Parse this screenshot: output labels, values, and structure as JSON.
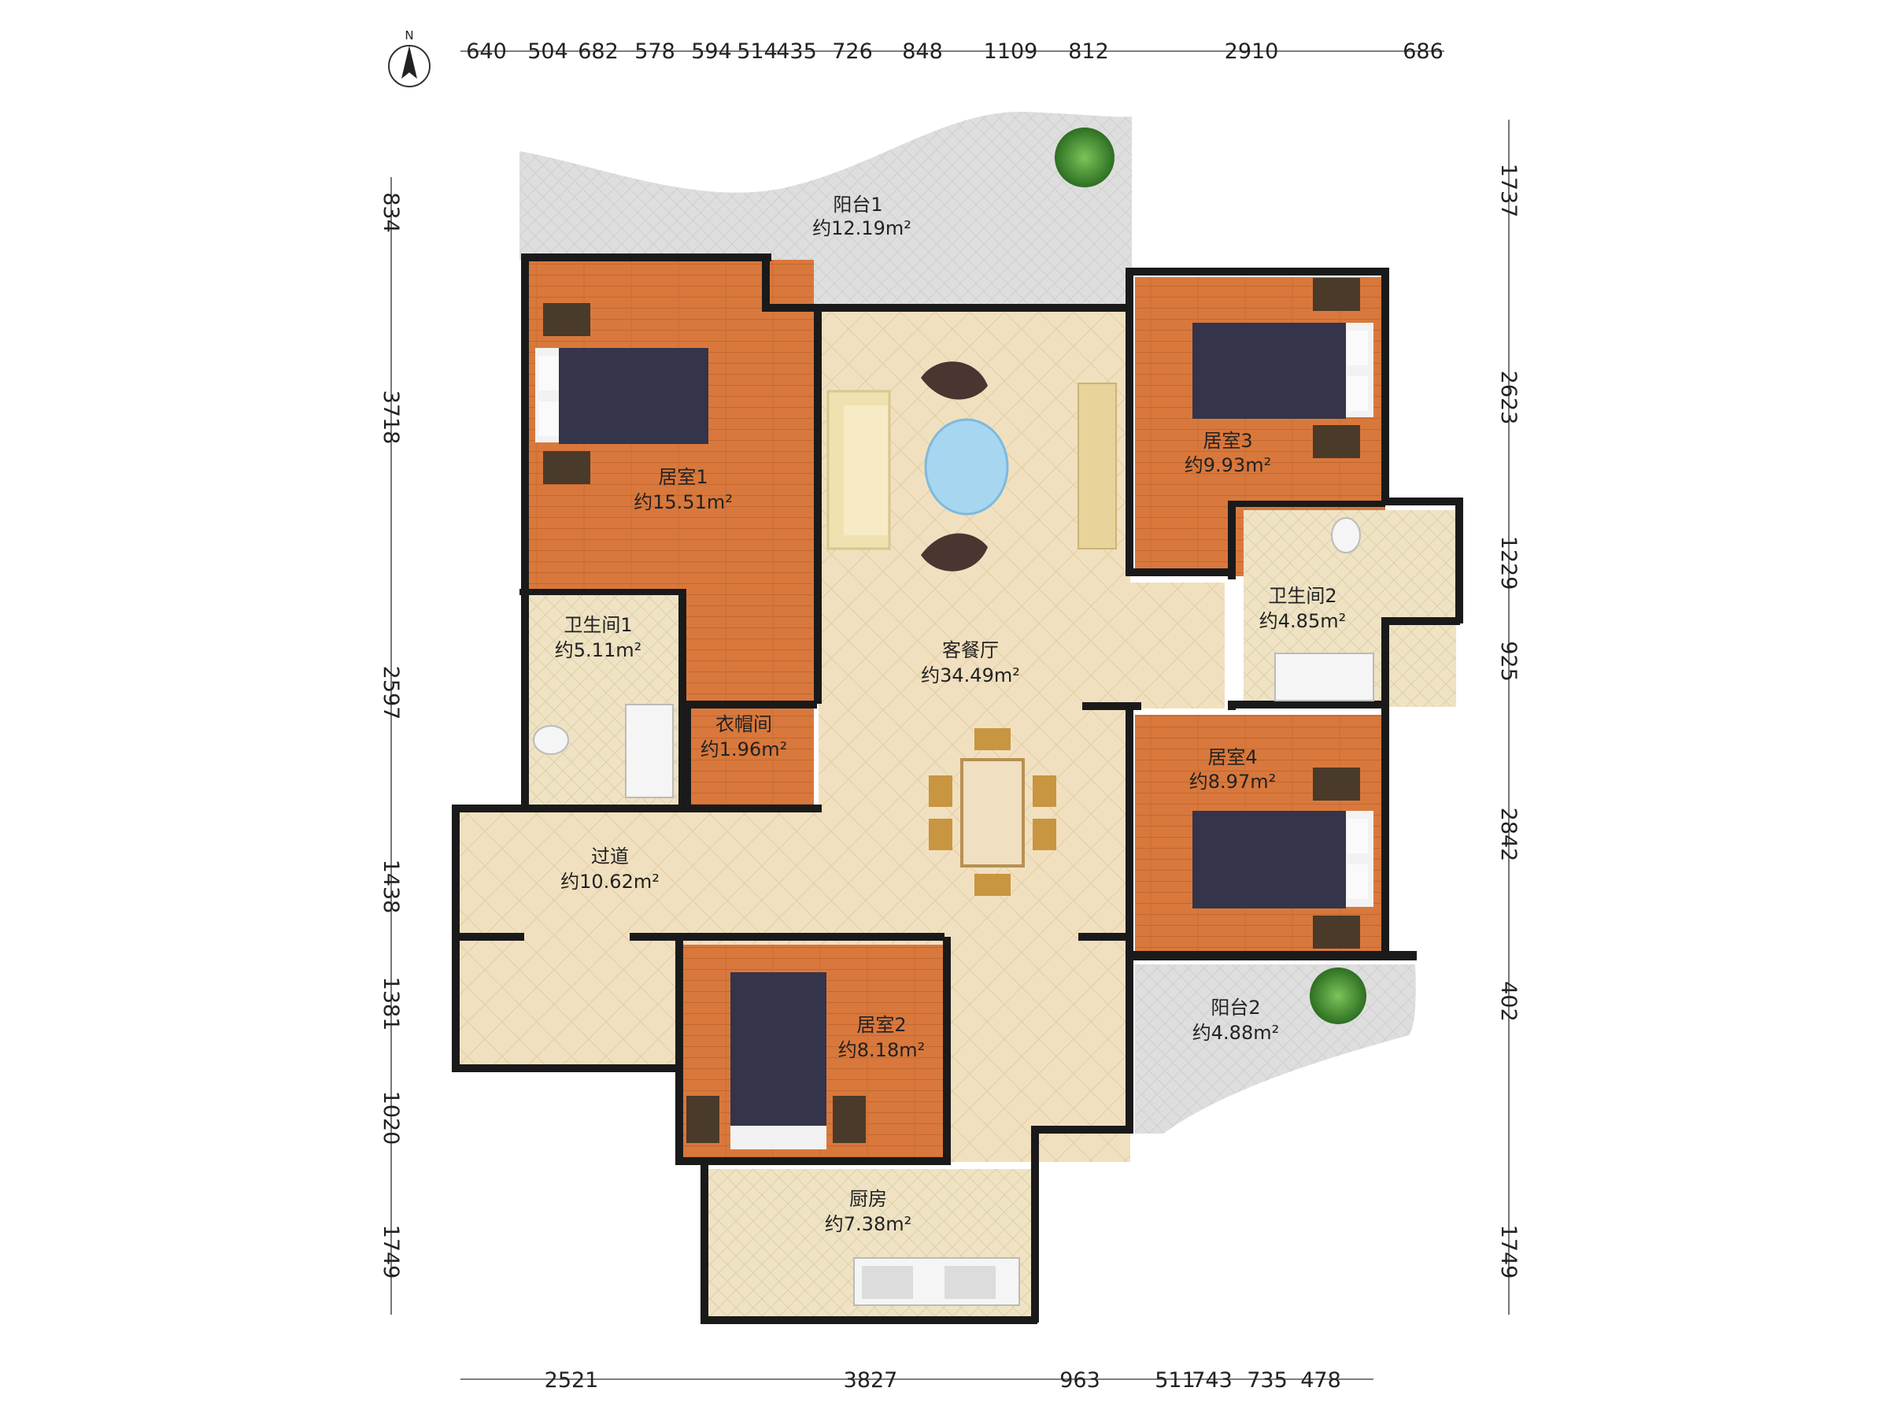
{
  "compass": {
    "north_label": "N"
  },
  "rooms": {
    "balcony1": {
      "name": "阳台1",
      "area": "约12.19m²"
    },
    "bedroom1": {
      "name": "居室1",
      "area": "约15.51m²"
    },
    "living_dining": {
      "name": "客餐厅",
      "area": "约34.49m²"
    },
    "bedroom3": {
      "name": "居室3",
      "area": "约9.93m²"
    },
    "bathroom2": {
      "name": "卫生间2",
      "area": "约4.85m²"
    },
    "bathroom1": {
      "name": "卫生间1",
      "area": "约5.11m²"
    },
    "cloakroom": {
      "name": "衣帽间",
      "area": "约1.96m²"
    },
    "bedroom4": {
      "name": "居室4",
      "area": "约8.97m²"
    },
    "corridor": {
      "name": "过道",
      "area": "约10.62m²"
    },
    "balcony2": {
      "name": "阳台2",
      "area": "约4.88m²"
    },
    "bedroom2": {
      "name": "居室2",
      "area": "约8.18m²"
    },
    "kitchen": {
      "name": "厨房",
      "area": "约7.38m²"
    }
  },
  "dimensions": {
    "top": [
      "640",
      "504",
      "682",
      "578",
      "594",
      "514",
      "435",
      "726",
      "848",
      "1109",
      "812",
      "2910",
      "686"
    ],
    "bottom": [
      "2521",
      "3827",
      "963",
      "511",
      "743",
      "735",
      "478"
    ],
    "left": [
      "834",
      "3718",
      "2597",
      "1438",
      "1381",
      "1020",
      "1749"
    ],
    "right": [
      "1737",
      "2623",
      "1229",
      "925",
      "2842",
      "402",
      "1749"
    ]
  },
  "colors": {
    "wall": "#1a1a1a",
    "wood_floor": "#d9783c",
    "tile_floor": "#f1e0bf",
    "balcony_floor": "#dcdcdc",
    "bed_cover": "#34344a",
    "plant": "#3f8f2f"
  }
}
